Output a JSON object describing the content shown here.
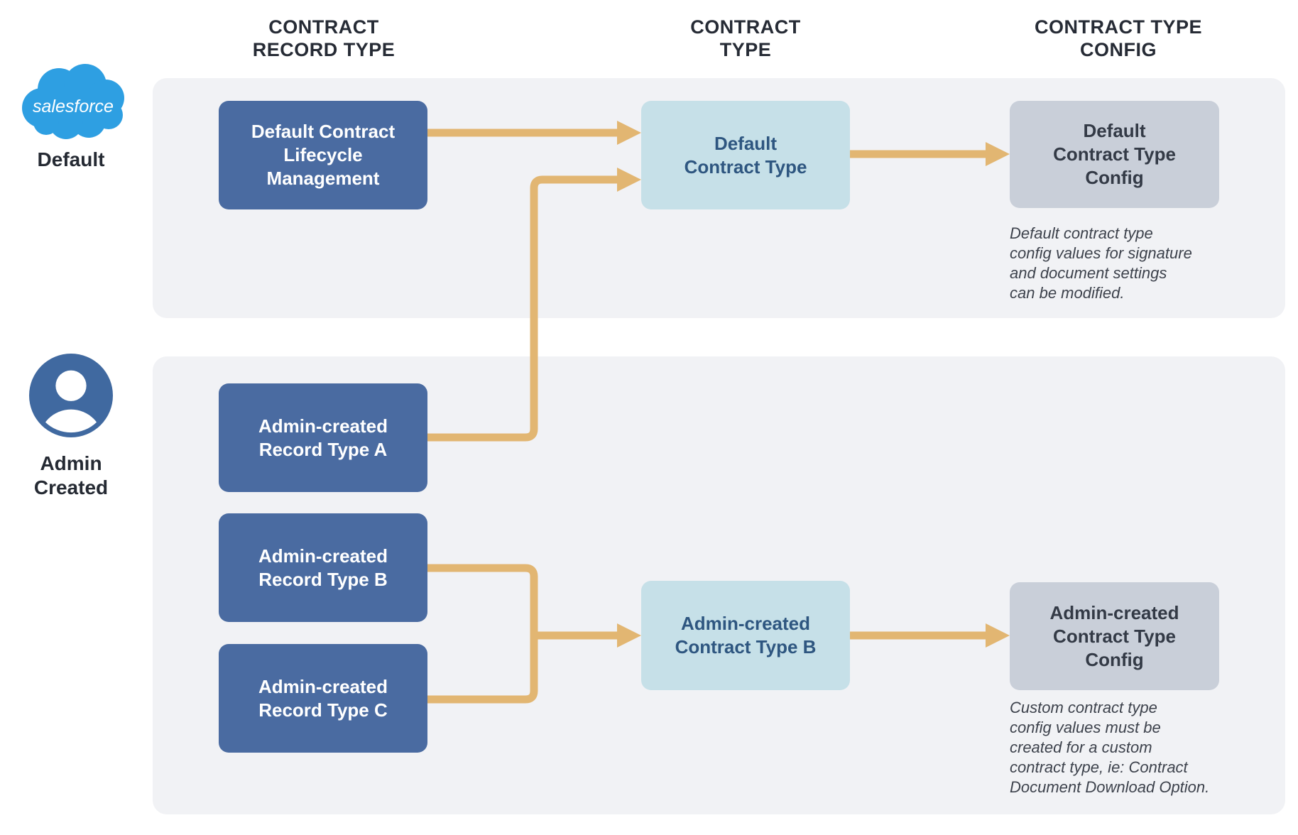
{
  "theme": {
    "panel_bg": "#f1f2f5",
    "record_box": "#4a6ba1",
    "type_box": "#c6e0e8",
    "type_text": "#2e5680",
    "config_box": "#c9cfd9",
    "config_text": "#333a46",
    "arrow": "#e2b672",
    "heading_text": "#262b35",
    "caption_text": "#3d424c",
    "salesforce_blue": "#2e9fe2",
    "avatar_blue": "#4069a0",
    "box_text": "#ffffff"
  },
  "columns": [
    {
      "label": "CONTRACT\nRECORD TYPE"
    },
    {
      "label": "CONTRACT\nTYPE"
    },
    {
      "label": "CONTRACT TYPE\nCONFIG"
    }
  ],
  "lanes": {
    "default": {
      "label": "Default",
      "logo_text": "salesforce"
    },
    "admin": {
      "label": "Admin\nCreated"
    }
  },
  "nodes": {
    "record_clm": {
      "label": "Default Contract\nLifecycle\nManagement"
    },
    "record_a": {
      "label": "Admin-created\nRecord Type A"
    },
    "record_b": {
      "label": "Admin-created\nRecord Type B"
    },
    "record_c": {
      "label": "Admin-created\nRecord Type C"
    },
    "type_default": {
      "label": "Default\nContract Type"
    },
    "type_b": {
      "label": "Admin-created\nContract Type B"
    },
    "config_default": {
      "label": "Default\nContract Type\nConfig"
    },
    "config_admin": {
      "label": "Admin-created\nContract Type\nConfig"
    }
  },
  "captions": {
    "default": "Default contract type\nconfig values for signature\nand document settings\ncan be modified.",
    "admin": "Custom contract type\nconfig values must be\ncreated for a custom\ncontract type, ie: Contract\nDocument Download Option."
  }
}
